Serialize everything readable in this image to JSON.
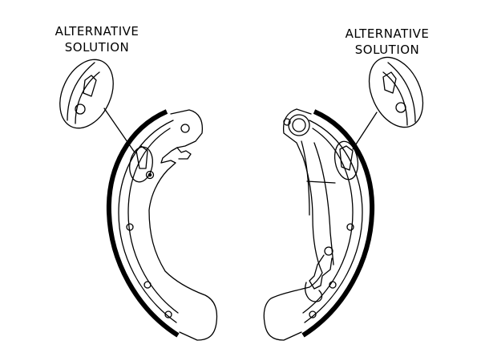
{
  "labels": {
    "left": {
      "line1": "ALTERNATIVE",
      "line2": "SOLUTION"
    },
    "right": {
      "line1": "ALTERNATIVE",
      "line2": "SOLUTION"
    }
  },
  "colors": {
    "stroke": "#000000",
    "background": "#ffffff"
  },
  "icons": {
    "detail_callout": "magnified-ellipse",
    "lining": "friction-lining-arc"
  }
}
